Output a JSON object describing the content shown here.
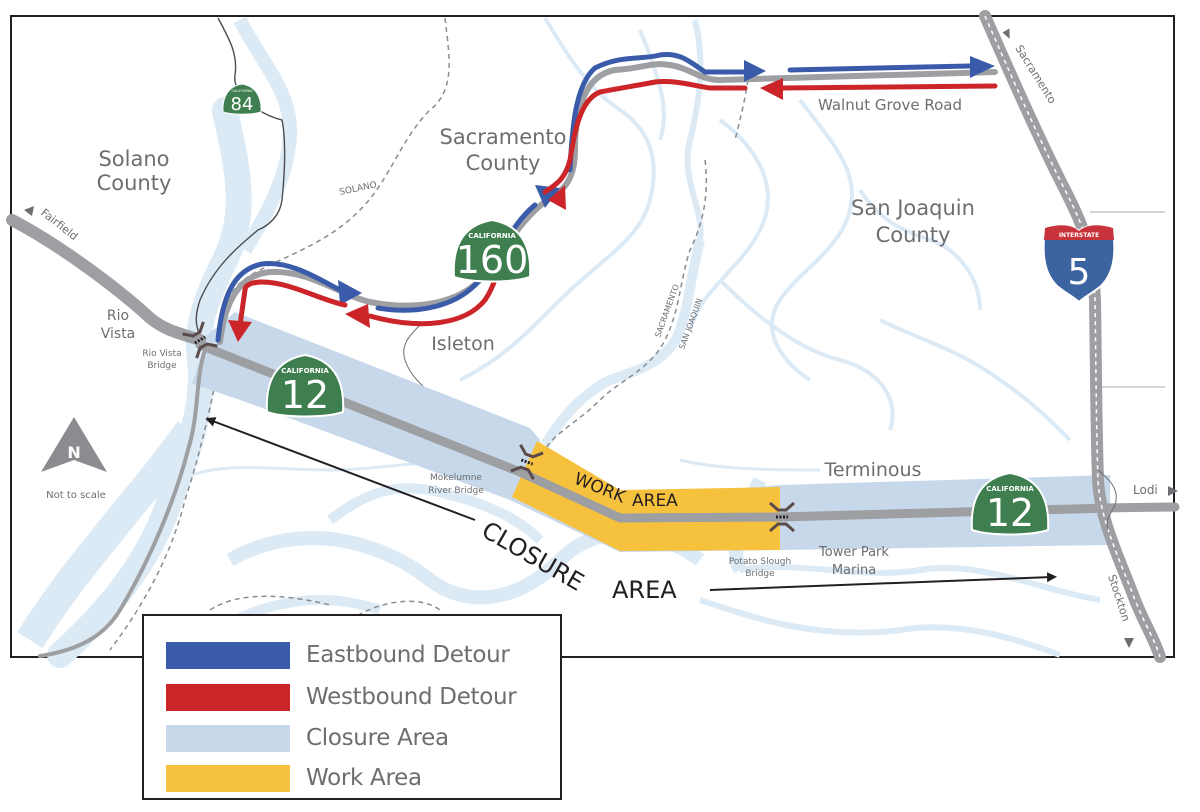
{
  "map": {
    "counties": [
      {
        "name": "Solano",
        "line2": "County"
      },
      {
        "name": "Sacramento",
        "line2": "County"
      },
      {
        "name": "San Joaquin",
        "line2": "County"
      }
    ],
    "county_boundary_labels": [
      "SOLANO",
      "SACRAMENTO",
      "SAN JOAQUIN"
    ],
    "places": {
      "rio_vista_1": "Rio",
      "rio_vista_2": "Vista",
      "isleton": "Isleton",
      "terminous": "Terminous",
      "tower_park_1": "Tower Park",
      "tower_park_2": "Marina"
    },
    "roads": {
      "walnut_grove": "Walnut Grove Road"
    },
    "destinations": {
      "fairfield": "Fairfield",
      "sacramento": "Sacramento",
      "lodi": "Lodi",
      "stockton": "Stockton"
    },
    "bridges": {
      "rio_vista_1": "Rio Vista",
      "rio_vista_2": "Bridge",
      "mokelumne_1": "Mokelumne",
      "mokelumne_2": "River Bridge",
      "potato_slough_1": "Potato Slough",
      "potato_slough_2": "Bridge"
    },
    "shields": {
      "sr84": {
        "state": "CALIFORNIA",
        "number": "84"
      },
      "sr160": {
        "state": "CALIFORNIA",
        "number": "160"
      },
      "sr12_west": {
        "state": "CALIFORNIA",
        "number": "12"
      },
      "sr12_east": {
        "state": "CALIFORNIA",
        "number": "12"
      },
      "i5": {
        "label": "INTERSTATE",
        "number": "5"
      }
    },
    "area_labels": {
      "work_1": "WORK",
      "work_2": "AREA",
      "closure_1": "CLOSURE",
      "closure_2": "AREA"
    },
    "north_arrow": {
      "letter": "N",
      "note": "Not to scale"
    },
    "colors": {
      "eastbound": "#3a5ba9",
      "westbound": "#cc2529",
      "closure": "#c7d8eb",
      "work": "#f6c23e",
      "road": "#9d9fa2",
      "water": "#dceaf6",
      "shield_green": "#3f7f4f",
      "interstate_blue": "#3b64a0",
      "interstate_red": "#c8323a"
    }
  },
  "legend": {
    "items": [
      {
        "label": "Eastbound Detour",
        "color": "#3a5ba9"
      },
      {
        "label": "Westbound Detour",
        "color": "#cc2529"
      },
      {
        "label": "Closure Area",
        "color": "#c7d8eb"
      },
      {
        "label": "Work Area",
        "color": "#f6c23e"
      }
    ]
  }
}
